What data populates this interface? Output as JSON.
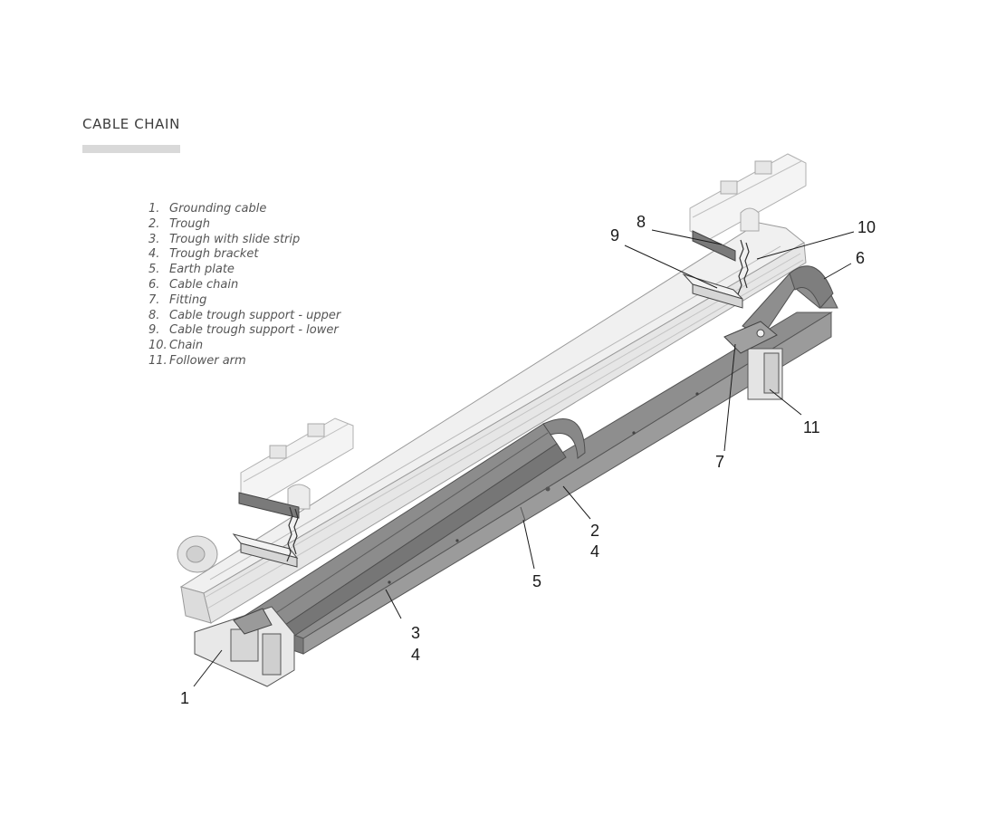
{
  "section": {
    "title": "CABLE CHAIN"
  },
  "legend": {
    "items": [
      {
        "num": "1.",
        "label": "Grounding cable"
      },
      {
        "num": "2.",
        "label": "Trough"
      },
      {
        "num": "3.",
        "label": "Trough with slide strip"
      },
      {
        "num": "4.",
        "label": "Trough bracket"
      },
      {
        "num": "5.",
        "label": "Earth plate"
      },
      {
        "num": "6.",
        "label": "Cable chain"
      },
      {
        "num": "7.",
        "label": "Fitting"
      },
      {
        "num": "8.",
        "label": "Cable trough support - upper"
      },
      {
        "num": "9.",
        "label": "Cable trough support - lower"
      },
      {
        "num": "10.",
        "label": "Chain"
      },
      {
        "num": "11.",
        "label": "Follower arm"
      }
    ]
  },
  "callouts": {
    "c1": "1",
    "c2": "2",
    "c3": "3",
    "c4a": "4",
    "c4b": "4",
    "c5": "5",
    "c6": "6",
    "c7": "7",
    "c8": "8",
    "c9": "9",
    "c10": "10",
    "c11": "11"
  },
  "colors": {
    "beam": "#ebebeb",
    "beam_edge": "#9a9a9a",
    "trough": "#9b9b9b",
    "trough_dark": "#6e6e6e",
    "chain": "#8c8c8c",
    "rule": "#d9d9d9"
  }
}
